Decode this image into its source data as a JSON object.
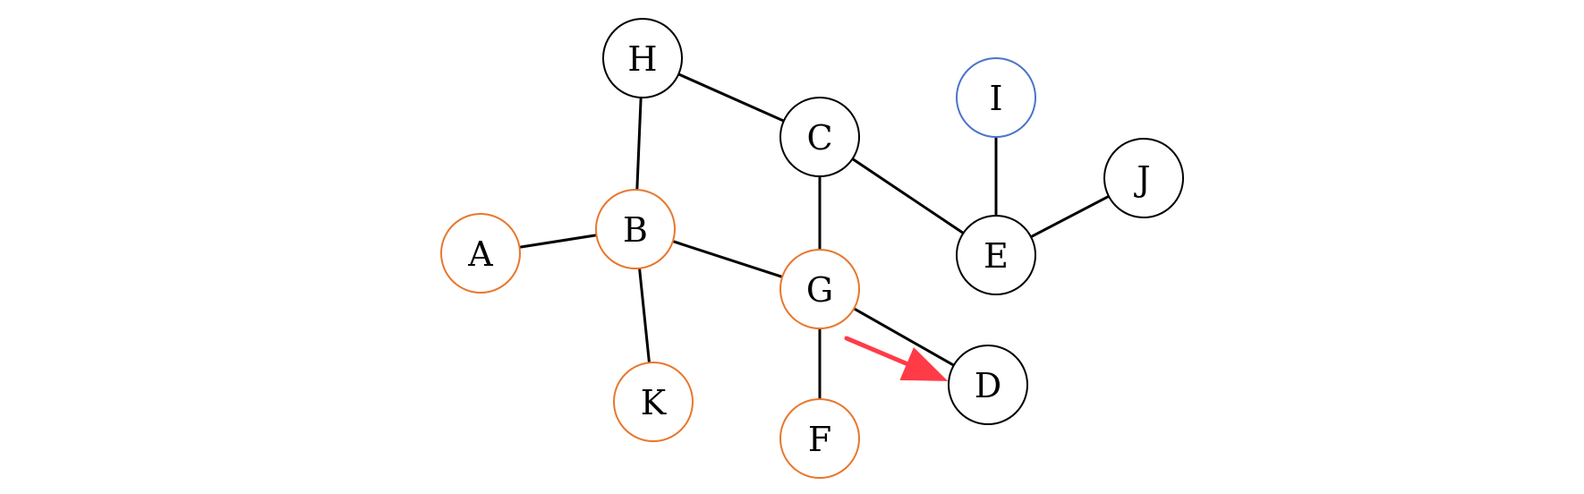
{
  "colors": {
    "default": "#000000",
    "orange": "#E8772E",
    "blue": "#4A74C9",
    "arrow": "#FF3B47"
  },
  "nodes": [
    {
      "id": "H",
      "label": "H",
      "color": "default"
    },
    {
      "id": "C",
      "label": "C",
      "color": "default"
    },
    {
      "id": "I",
      "label": "I",
      "color": "blue"
    },
    {
      "id": "J",
      "label": "J",
      "color": "default"
    },
    {
      "id": "A",
      "label": "A",
      "color": "orange"
    },
    {
      "id": "B",
      "label": "B",
      "color": "orange"
    },
    {
      "id": "E",
      "label": "E",
      "color": "default"
    },
    {
      "id": "G",
      "label": "G",
      "color": "orange"
    },
    {
      "id": "D",
      "label": "D",
      "color": "default"
    },
    {
      "id": "K",
      "label": "K",
      "color": "orange"
    },
    {
      "id": "F",
      "label": "F",
      "color": "orange"
    }
  ],
  "edges": [
    {
      "from": "H",
      "to": "C"
    },
    {
      "from": "H",
      "to": "B"
    },
    {
      "from": "C",
      "to": "G"
    },
    {
      "from": "C",
      "to": "E"
    },
    {
      "from": "I",
      "to": "E"
    },
    {
      "from": "E",
      "to": "J"
    },
    {
      "from": "A",
      "to": "B"
    },
    {
      "from": "B",
      "to": "G"
    },
    {
      "from": "B",
      "to": "K"
    },
    {
      "from": "G",
      "to": "D"
    },
    {
      "from": "G",
      "to": "F"
    }
  ],
  "arrow": {
    "from": "G",
    "toward": "D"
  }
}
